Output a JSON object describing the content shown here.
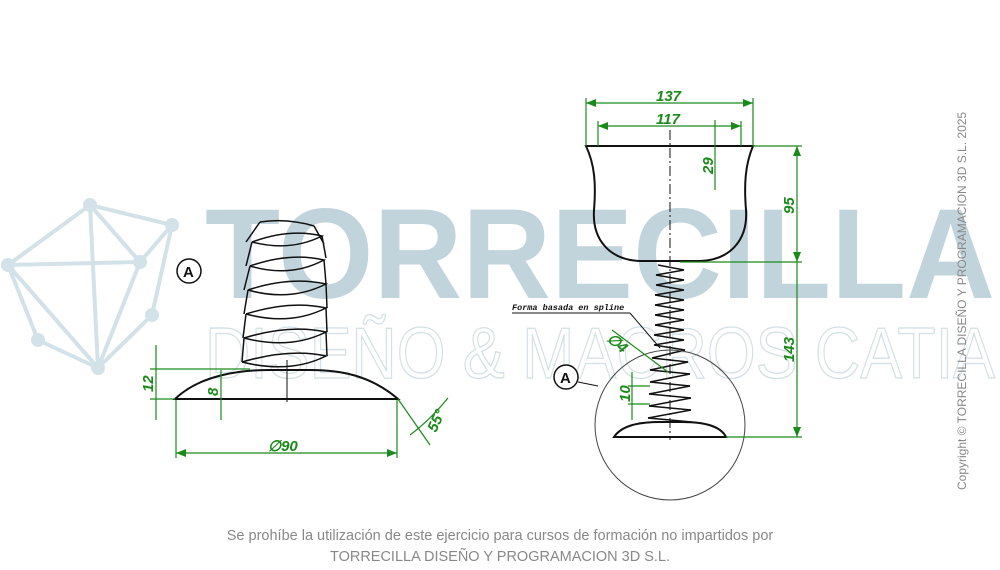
{
  "watermark": {
    "brand": "TORRECILLA",
    "subtitle": "DISEÑO & MACROS CATIA"
  },
  "labels": {
    "detail_A_left": "A",
    "detail_A_right": "A",
    "spline_note": "Forma basada en spline"
  },
  "dimensions": {
    "left_height_total": "12",
    "left_height_base": "8",
    "left_diameter": "∅90",
    "left_angle": "55°",
    "top_width_outer": "137",
    "top_width_inner": "117",
    "cup_depth": "29",
    "cup_height": "95",
    "spring_height": "143",
    "wire_diameter": "∅4",
    "pitch": "10"
  },
  "copyright": "Copyright © TORRECILLA DISEÑO Y PROGRAMACION 3D S.L. 2025",
  "footer": {
    "line1": "Se prohíbe la utilización de este ejercicio para cursos de formación no impartidos por",
    "line2": "TORRECILLA DISEÑO Y PROGRAMACION 3D S.L."
  },
  "colors": {
    "dimension": "#1a8a1a",
    "watermark": "#a9c4cf",
    "outline": "#111111"
  }
}
